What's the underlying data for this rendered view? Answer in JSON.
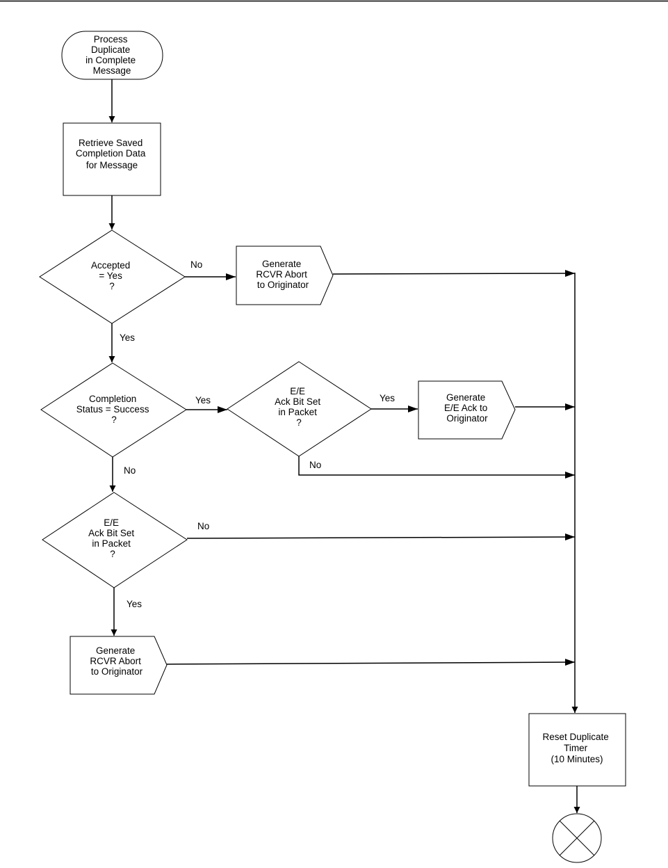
{
  "nodes": {
    "start": [
      "Process",
      "Duplicate",
      "in Complete",
      "Message"
    ],
    "retrieve": [
      "Retrieve Saved",
      "Completion Data",
      "for Message"
    ],
    "accepted": [
      "Accepted",
      "= Yes",
      "?"
    ],
    "abort_top": [
      "Generate",
      "RCVR Abort",
      "to Originator"
    ],
    "completion": [
      "Completion",
      "Status = Success",
      "?"
    ],
    "ee_ack_mid": [
      "E/E",
      "Ack Bit Set",
      "in Packet",
      "?"
    ],
    "gen_ee_ack": [
      "Generate",
      "E/E Ack to",
      "Originator"
    ],
    "ee_ack_low": [
      "E/E",
      "Ack Bit Set",
      "in Packet",
      "?"
    ],
    "abort_bottom": [
      "Generate",
      "RCVR Abort",
      "to Originator"
    ],
    "reset": [
      "Reset Duplicate",
      "Timer",
      "(10 Minutes)"
    ]
  },
  "edges": {
    "accepted_no": "No",
    "accepted_yes": "Yes",
    "completion_yes": "Yes",
    "completion_no": "No",
    "ee_mid_yes": "Yes",
    "ee_mid_no": "No",
    "ee_low_no": "No",
    "ee_low_yes": "Yes"
  }
}
